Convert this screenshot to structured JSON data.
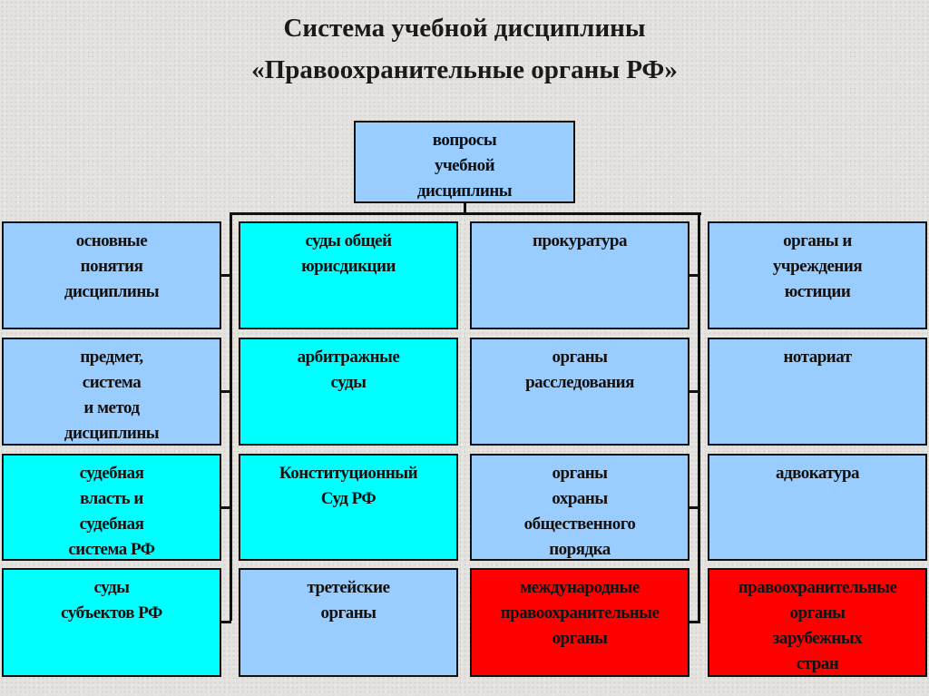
{
  "title": {
    "line1": "Система учебной дисциплины",
    "line2": "«Правоохранительные органы РФ»"
  },
  "root": "вопросы\nучебной\nдисциплины",
  "colors": {
    "blue": "#99ccff",
    "cyan": "#00ffff",
    "red": "#ff0000"
  },
  "columns": [
    [
      "основные\nпонятия\nдисциплины",
      "предмет,\nсистема\nи метод\nдисциплины",
      "судебная\nвласть и\nсудебная\nсистема РФ",
      "суды\nсубъектов РФ"
    ],
    [
      "суды общей\nюрисдикции",
      "арбитражные\nсуды",
      "Конституционный\nСуд РФ",
      "третейские\nорганы"
    ],
    [
      "прокуратура",
      "органы\nрасследования",
      "органы\nохраны\nобщественного\nпорядка",
      "международные\nправоохранительные\nорганы"
    ],
    [
      "органы и\nучреждения\nюстиции",
      "нотариат",
      "адвокатура",
      "правоохранительные\nорганы\nзарубежных\nстран"
    ]
  ]
}
